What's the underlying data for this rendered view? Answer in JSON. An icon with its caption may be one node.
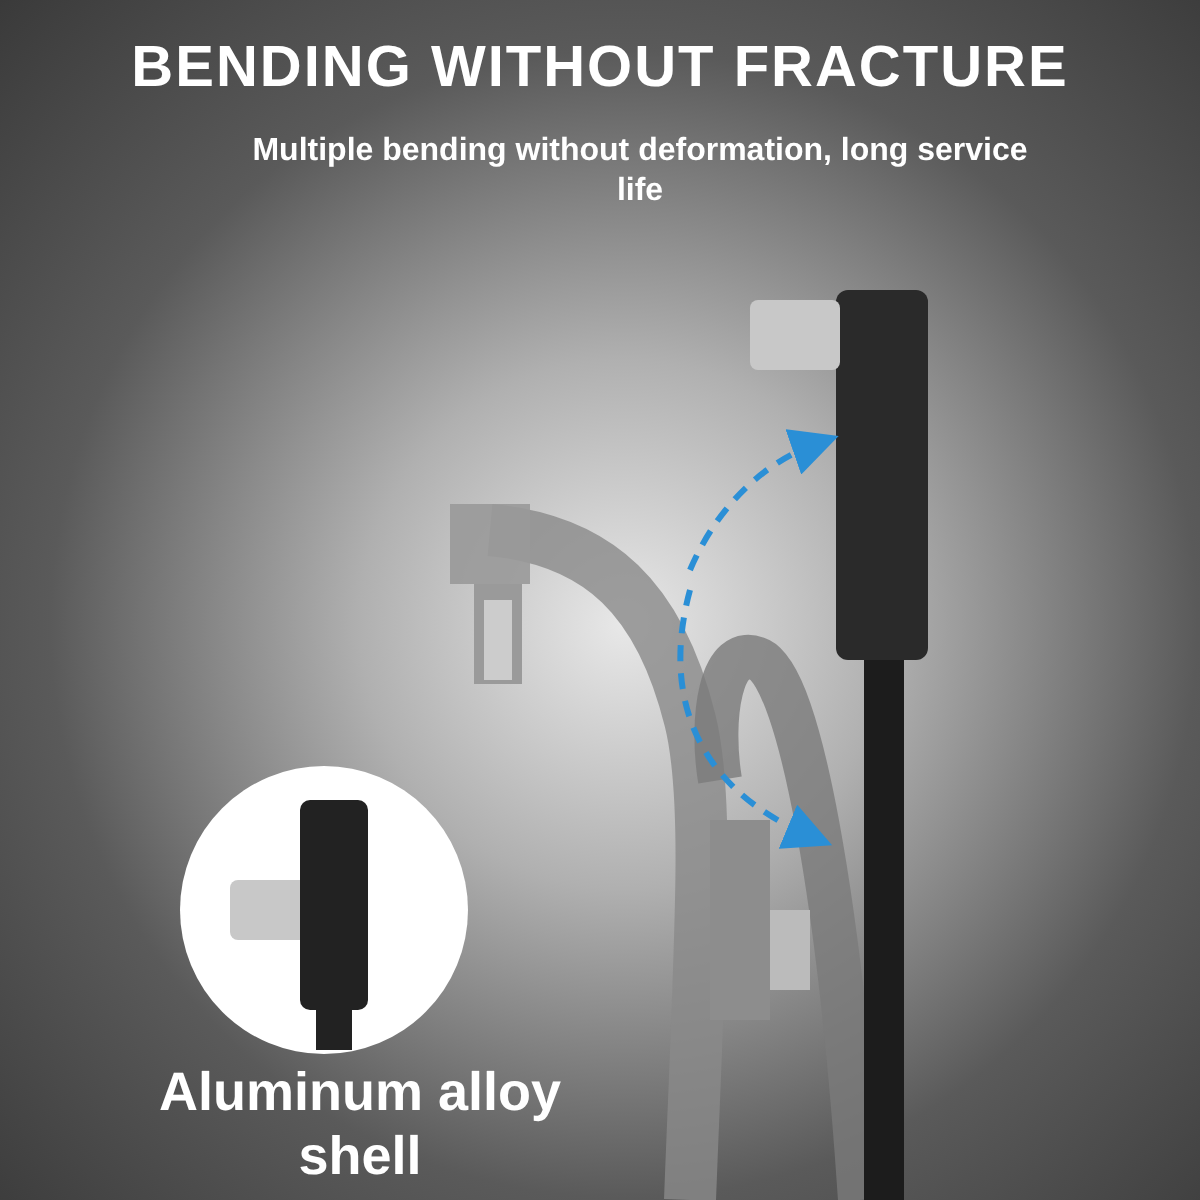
{
  "diagram": {
    "title": "BENDING WITHOUT FRACTURE",
    "labels": [
      "Multiple bending without deformation, long service life",
      "Aluminum alloy shell"
    ]
  }
}
